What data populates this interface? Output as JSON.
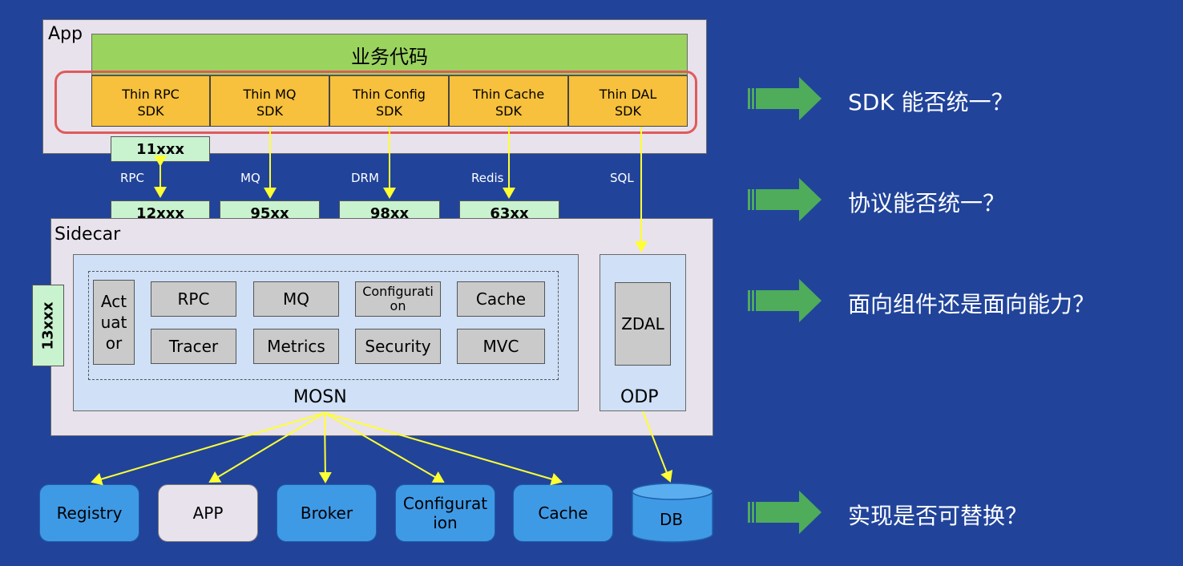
{
  "app": {
    "title": "App",
    "business_code": "业务代码",
    "sdks": [
      {
        "line1": "Thin RPC",
        "line2": "SDK"
      },
      {
        "line1": "Thin MQ",
        "line2": "SDK"
      },
      {
        "line1": "Thin Config",
        "line2": "SDK"
      },
      {
        "line1": "Thin Cache",
        "line2": "SDK"
      },
      {
        "line1": "Thin  DAL",
        "line2": "SDK"
      }
    ]
  },
  "ports": {
    "app_rpc": "11xxx",
    "sidecar_rpc": "12xxx",
    "mq": "95xx",
    "drm": "98xx",
    "redis": "63xx",
    "actuator": "13xxx"
  },
  "protocols": {
    "rpc": "RPC",
    "mq": "MQ",
    "drm": "DRM",
    "redis": "Redis",
    "sql": "SQL"
  },
  "sidecar": {
    "title": "Sidecar",
    "actuator": [
      "Act",
      "uat",
      "or"
    ],
    "components_row1": [
      "RPC",
      "MQ",
      "Configurati on",
      "Cache"
    ],
    "components_row2": [
      "Tracer",
      "Metrics",
      "Security",
      "MVC"
    ],
    "mosn_label": "MOSN",
    "zdal_label": "ZDAL",
    "odp_label": "ODP"
  },
  "bottom": {
    "registry": "Registry",
    "app": "APP",
    "broker": "Broker",
    "configuration": [
      "Configurat",
      "ion"
    ],
    "cache": "Cache",
    "db": "DB"
  },
  "questions": [
    "SDK 能否统一？",
    "协议能否统一？",
    "面向组件还是面向能力？",
    "实现是否可替换？"
  ],
  "colors": {
    "background": "#21449a",
    "sdk": "#f7c03d",
    "business": "#9bd35f",
    "port": "#c9f2cf",
    "arrow": "#ffff33",
    "highlight": "#e05a5a",
    "bottom_box": "#3f9ae6"
  }
}
